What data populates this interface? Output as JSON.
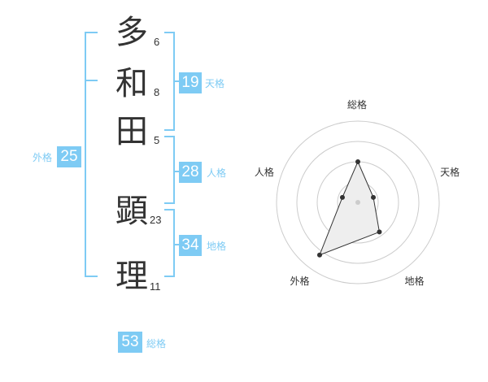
{
  "name": {
    "chars": [
      {
        "char": "多",
        "strokes": "6"
      },
      {
        "char": "和",
        "strokes": "8"
      },
      {
        "char": "田",
        "strokes": "5"
      },
      {
        "char": "顕",
        "strokes": "23"
      },
      {
        "char": "理",
        "strokes": "11"
      }
    ]
  },
  "fortune": {
    "tenkaku": {
      "value": "19",
      "label": "天格"
    },
    "jinkaku": {
      "value": "28",
      "label": "人格"
    },
    "chikaku": {
      "value": "34",
      "label": "地格"
    },
    "gaikaku": {
      "value": "25",
      "label": "外格"
    },
    "soukaku": {
      "value": "53",
      "label": "総格"
    }
  },
  "colors": {
    "accent": "#7ecbf4",
    "text": "#333333",
    "grid": "#cccccc",
    "fill": "#eeeeee"
  },
  "chart_data": {
    "type": "radar",
    "axes": [
      "総格",
      "天格",
      "地格",
      "外格",
      "人格"
    ],
    "values": [
      0.5,
      0.2,
      0.45,
      0.8,
      0.2
    ],
    "rings": 4
  }
}
